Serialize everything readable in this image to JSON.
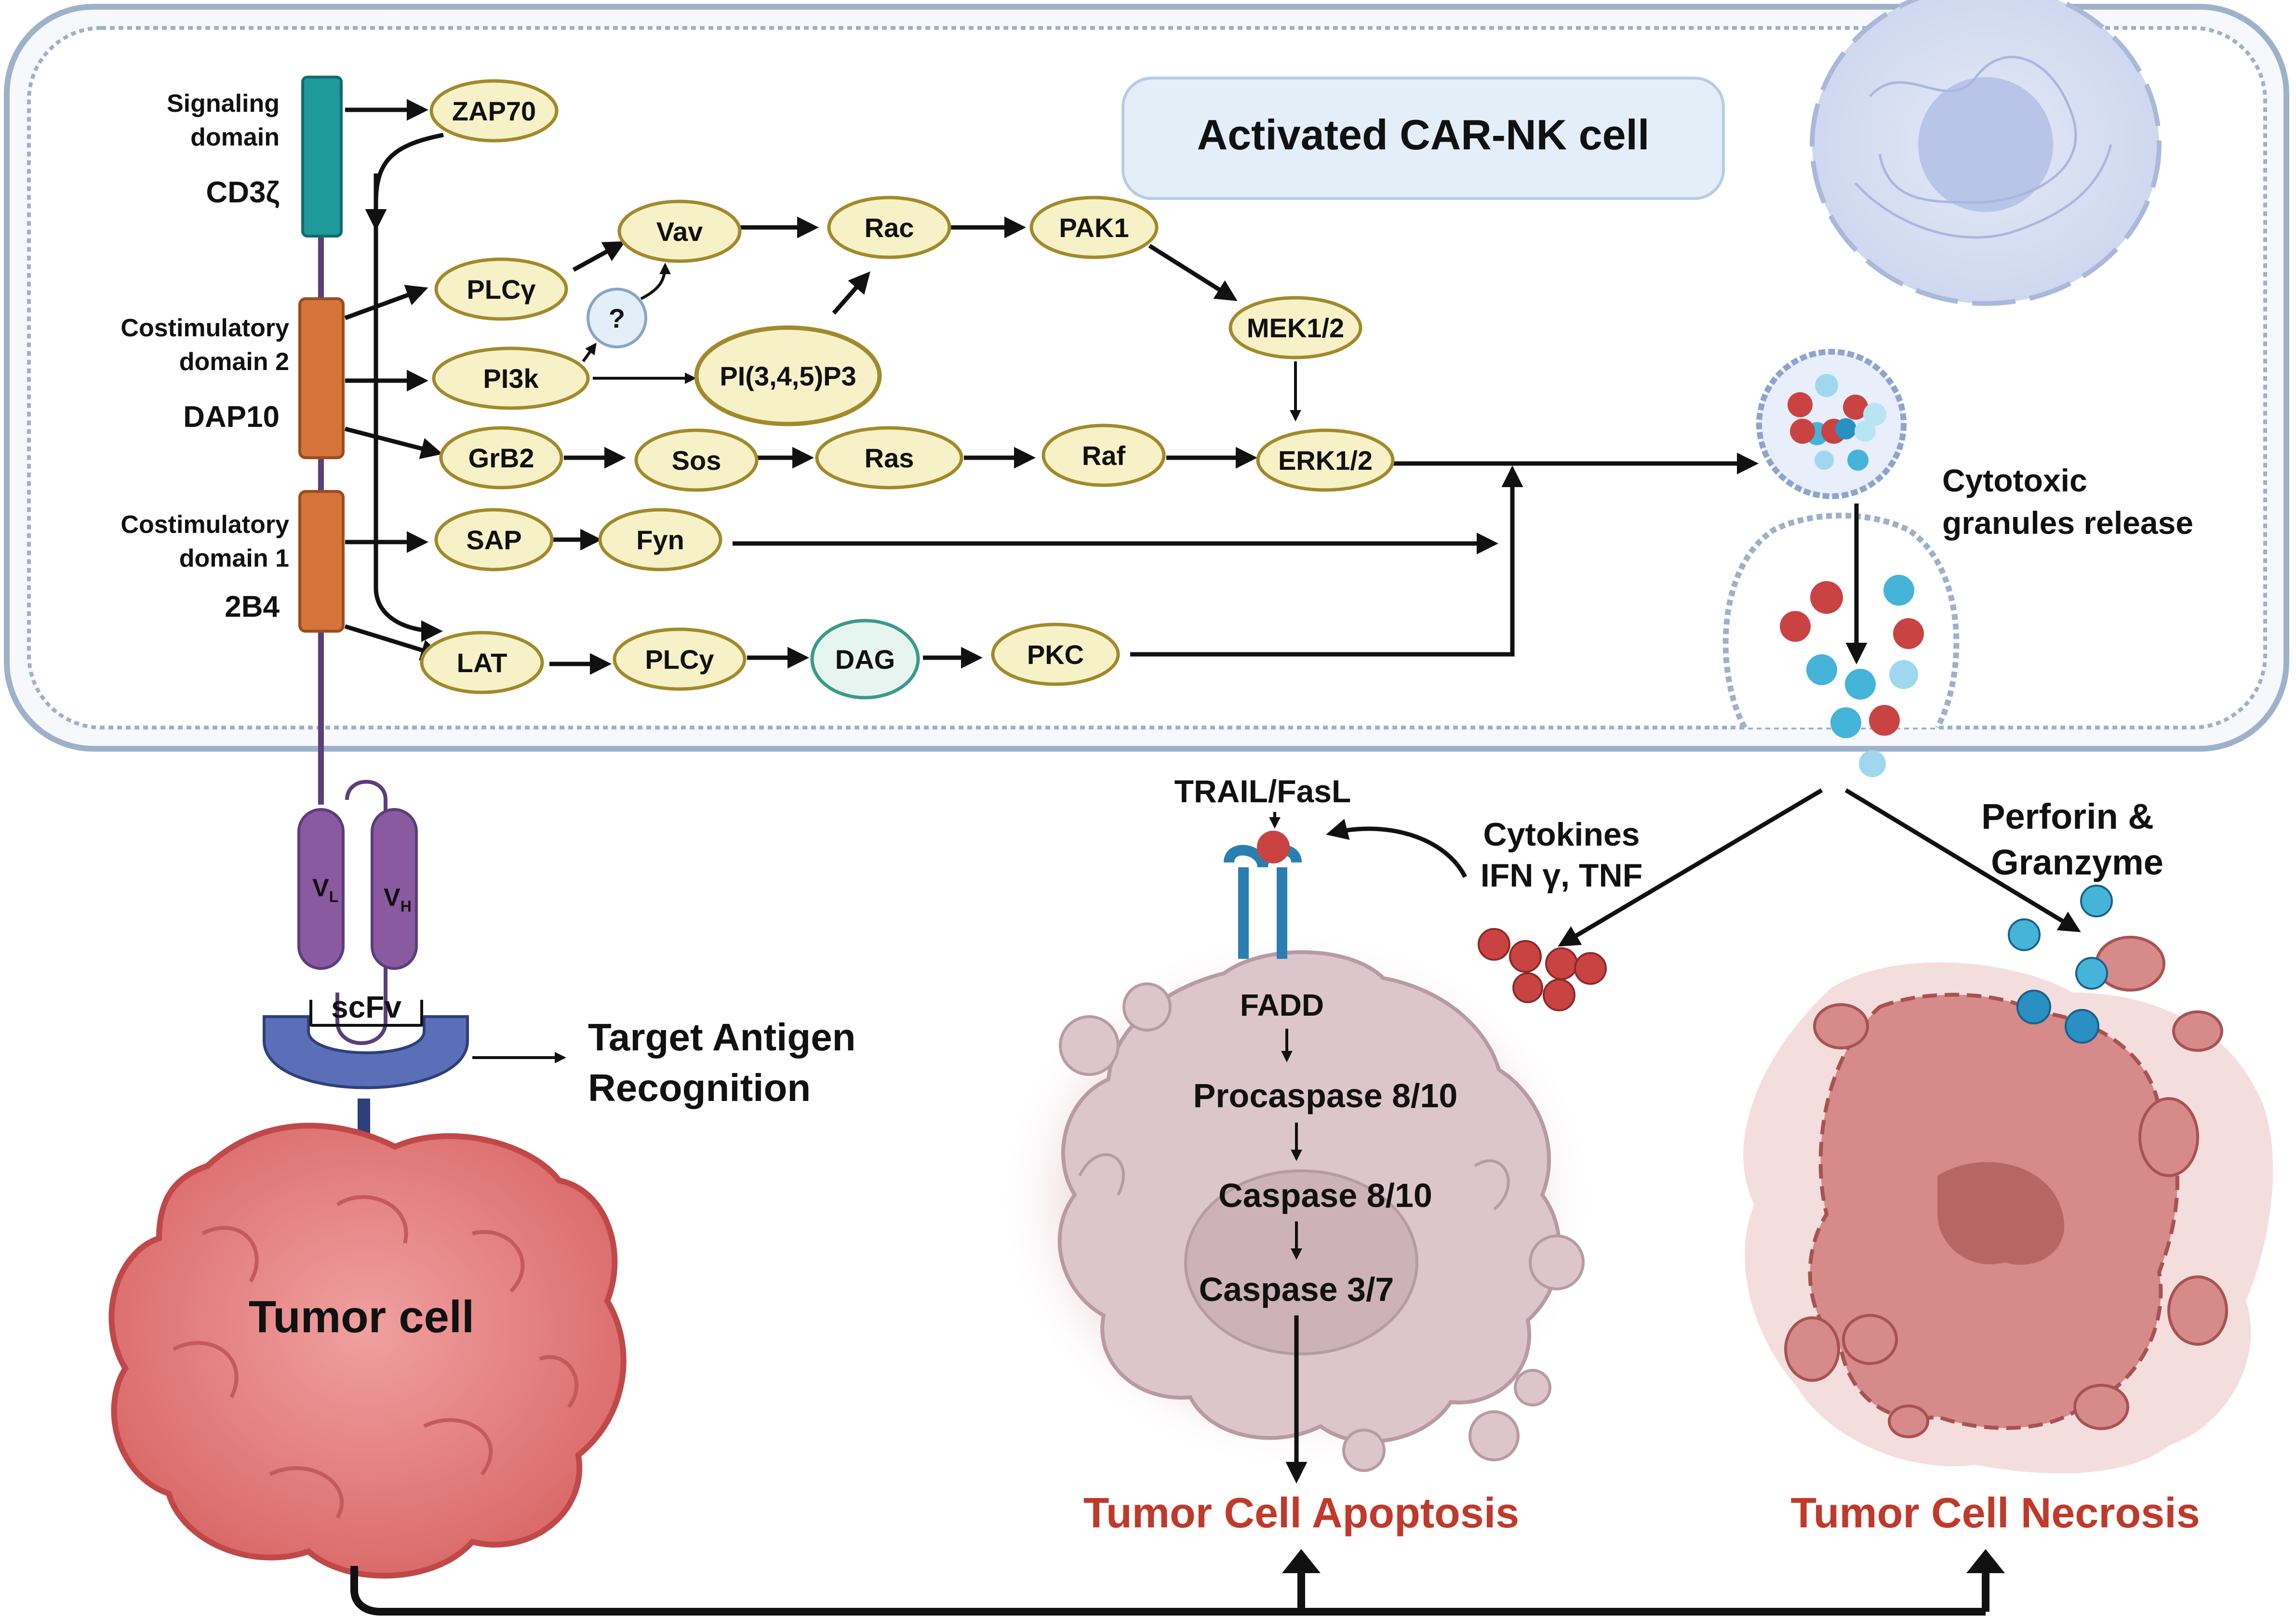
{
  "title": "Activated CAR-NK cell",
  "receptor": {
    "signaling_label": [
      "Signaling",
      "domain"
    ],
    "cd3z": "CD3ζ",
    "costim2_label": [
      "Costimulatory",
      "domain 2"
    ],
    "dap10": "DAP10",
    "costim1_label": [
      "Costimulatory",
      "domain 1"
    ],
    "b24": "2B4",
    "vl": "V",
    "vl_sub": "L",
    "vh": "V",
    "vh_sub": "H",
    "scfv": "scFv"
  },
  "nodes": {
    "zap70": "ZAP70",
    "plcg": "PLCγ",
    "vav": "Vav",
    "rac": "Rac",
    "pak1": "PAK1",
    "mek": "MEK1/2",
    "q": "?",
    "pi3k": "PI3k",
    "pip3": "PI(3,4,5)P3",
    "grb2": "GrB2",
    "sos": "Sos",
    "ras": "Ras",
    "raf": "Raf",
    "erk": "ERK1/2",
    "sap": "SAP",
    "fyn": "Fyn",
    "lat": "LAT",
    "plcy": "PLCy",
    "dag": "DAG",
    "pkc": "PKC"
  },
  "granules_label": [
    "Cytotoxic",
    "granules release"
  ],
  "target_label": [
    "Target Antigen",
    "Recognition"
  ],
  "tumor_label": "Tumor cell",
  "trail_label": "TRAIL/FasL",
  "cytokines_label": [
    "Cytokines",
    "IFN γ, TNF"
  ],
  "perforin_label": [
    "Perforin &",
    "Granzyme"
  ],
  "apoptosis_steps": [
    "FADD",
    "Procaspase 8/10",
    "Caspase 8/10",
    "Caspase 3/7"
  ],
  "outcomes": {
    "apoptosis": "Tumor Cell Apoptosis",
    "necrosis": "Tumor Cell Necrosis"
  },
  "colors": {
    "node_fill": "#f7f1c8",
    "node_stroke": "#a08a2a",
    "cd3z": "#1e9a9a",
    "costim": "#d4733a",
    "scfv": "#7a4f8c",
    "antigen": "#5a6fb8",
    "tumor": "#e57373",
    "outcome_text": "#c0392b",
    "red_granule": "#c94343",
    "blue_granule": "#46b3d8"
  }
}
